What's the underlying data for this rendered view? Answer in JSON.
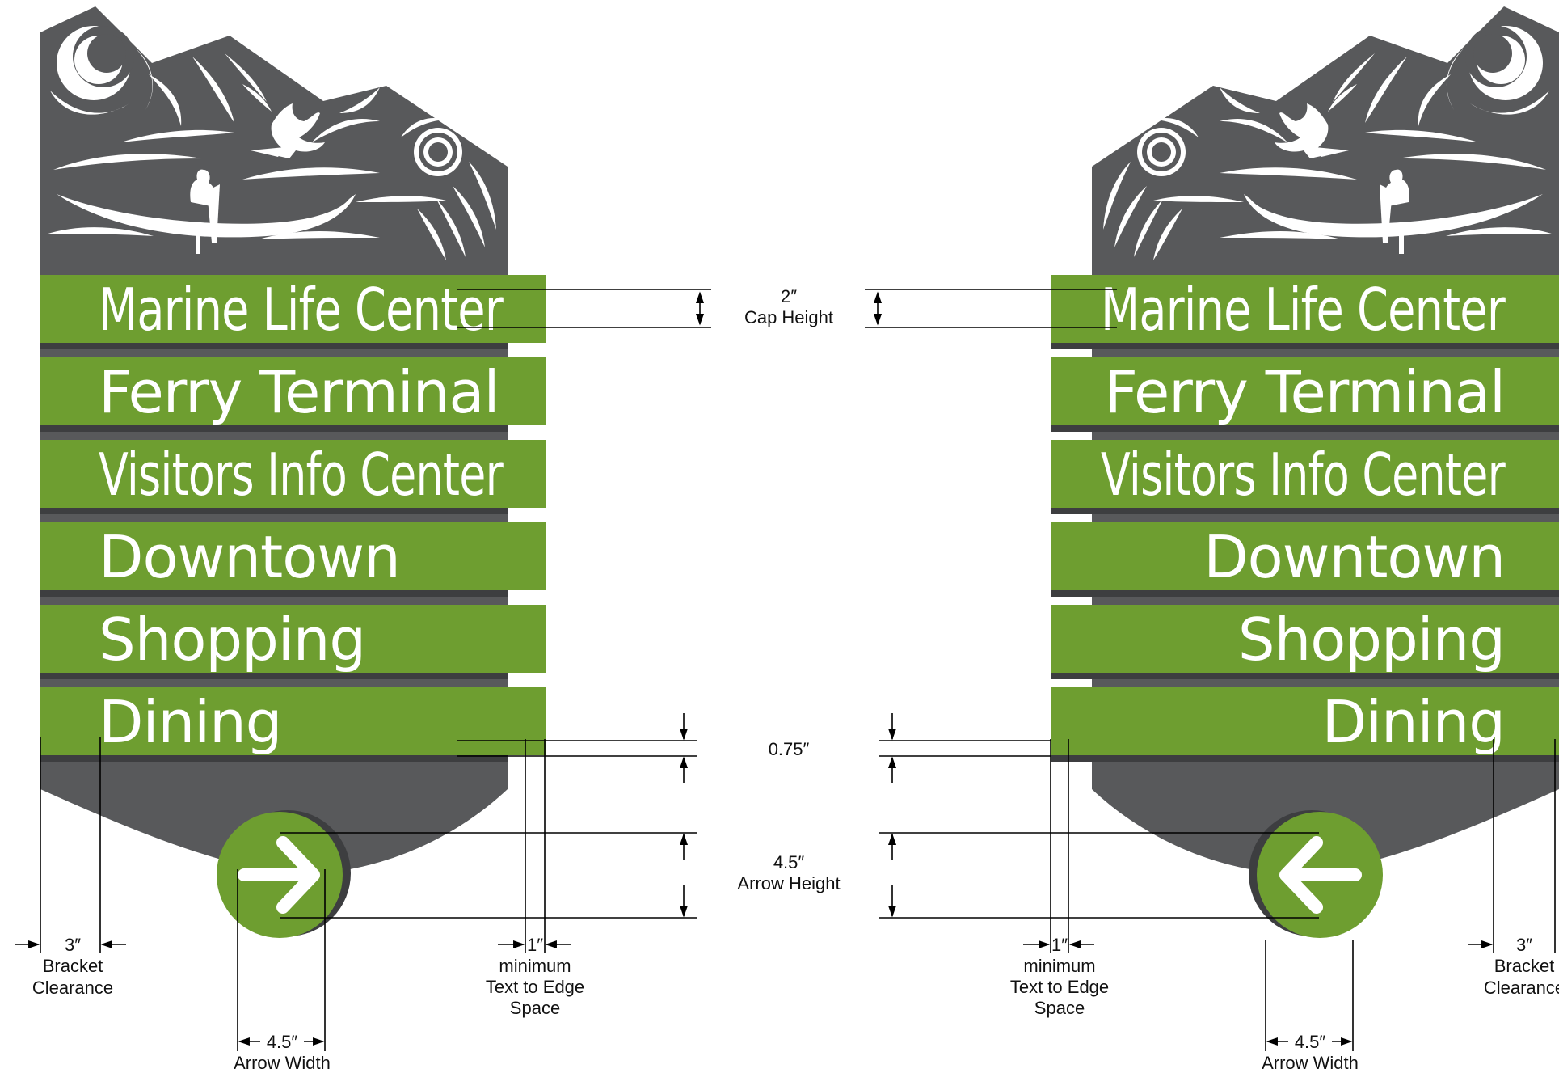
{
  "destinations": [
    "Marine Life Center",
    "Ferry Terminal",
    "Visitors Info Center",
    "Downtown",
    "Shopping",
    "Dining"
  ],
  "colors": {
    "panel_green": "#6e9e30",
    "sign_body": "#58595b",
    "shadow": "#3d3e40",
    "arrow_circle": "#6e9e30",
    "text_white": "#ffffff"
  },
  "icons": {
    "left_sign_arrow": "arrow-right-icon",
    "right_sign_arrow": "arrow-left-icon",
    "header_art": "mountains-canoe-eagle-illustration"
  },
  "dimensions": {
    "cap_height": {
      "value": "2″",
      "label": "Cap Height"
    },
    "panel_gap": {
      "value": "0.75″"
    },
    "arrow_height": {
      "value": "4.5″",
      "label": "Arrow Height"
    },
    "arrow_width": {
      "value": "4.5″",
      "label": "Arrow Width"
    },
    "bracket_clearance": {
      "value": "3″",
      "line1": "Bracket",
      "line2": "Clearance"
    },
    "text_edge": {
      "value": "1″",
      "line1": "minimum",
      "line2": "Text to Edge",
      "line3": "Space"
    }
  }
}
